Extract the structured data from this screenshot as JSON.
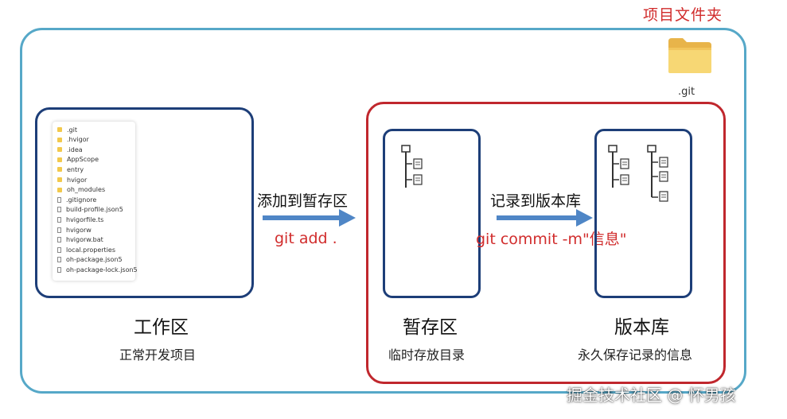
{
  "project": {
    "title": "项目文件夹",
    "git_folder_label": ".git"
  },
  "working_dir": {
    "title": "工作区",
    "subtitle": "正常开发项目",
    "files": [
      {
        "name": ".git",
        "kind": "folder"
      },
      {
        "name": ".hvigor",
        "kind": "folder"
      },
      {
        "name": ".idea",
        "kind": "folder"
      },
      {
        "name": "AppScope",
        "kind": "folder"
      },
      {
        "name": "entry",
        "kind": "folder"
      },
      {
        "name": "hvigor",
        "kind": "folder"
      },
      {
        "name": "oh_modules",
        "kind": "folder"
      },
      {
        "name": ".gitignore",
        "kind": "file"
      },
      {
        "name": "build-profile.json5",
        "kind": "file"
      },
      {
        "name": "hvigorfile.ts",
        "kind": "file"
      },
      {
        "name": "hvigorw",
        "kind": "file"
      },
      {
        "name": "hvigorw.bat",
        "kind": "file"
      },
      {
        "name": "local.properties",
        "kind": "file"
      },
      {
        "name": "oh-package.json5",
        "kind": "file"
      },
      {
        "name": "oh-package-lock.json5",
        "kind": "file"
      }
    ]
  },
  "steps": {
    "add": {
      "label": "添加到暂存区",
      "command": "git add ."
    },
    "commit": {
      "label": "记录到版本库",
      "command": "git commit -m\"信息\""
    }
  },
  "staging": {
    "title": "暂存区",
    "subtitle": "临时存放目录"
  },
  "repository": {
    "title": "版本库",
    "subtitle": "永久保存记录的信息"
  },
  "watermark": "掘金技术社区 @ 怀男孩",
  "colors": {
    "project_border": "#56a8c8",
    "box_border": "#1d3e78",
    "group_border": "#c0272d",
    "arrow": "#4f86c6",
    "command_text": "#d12c2c"
  }
}
